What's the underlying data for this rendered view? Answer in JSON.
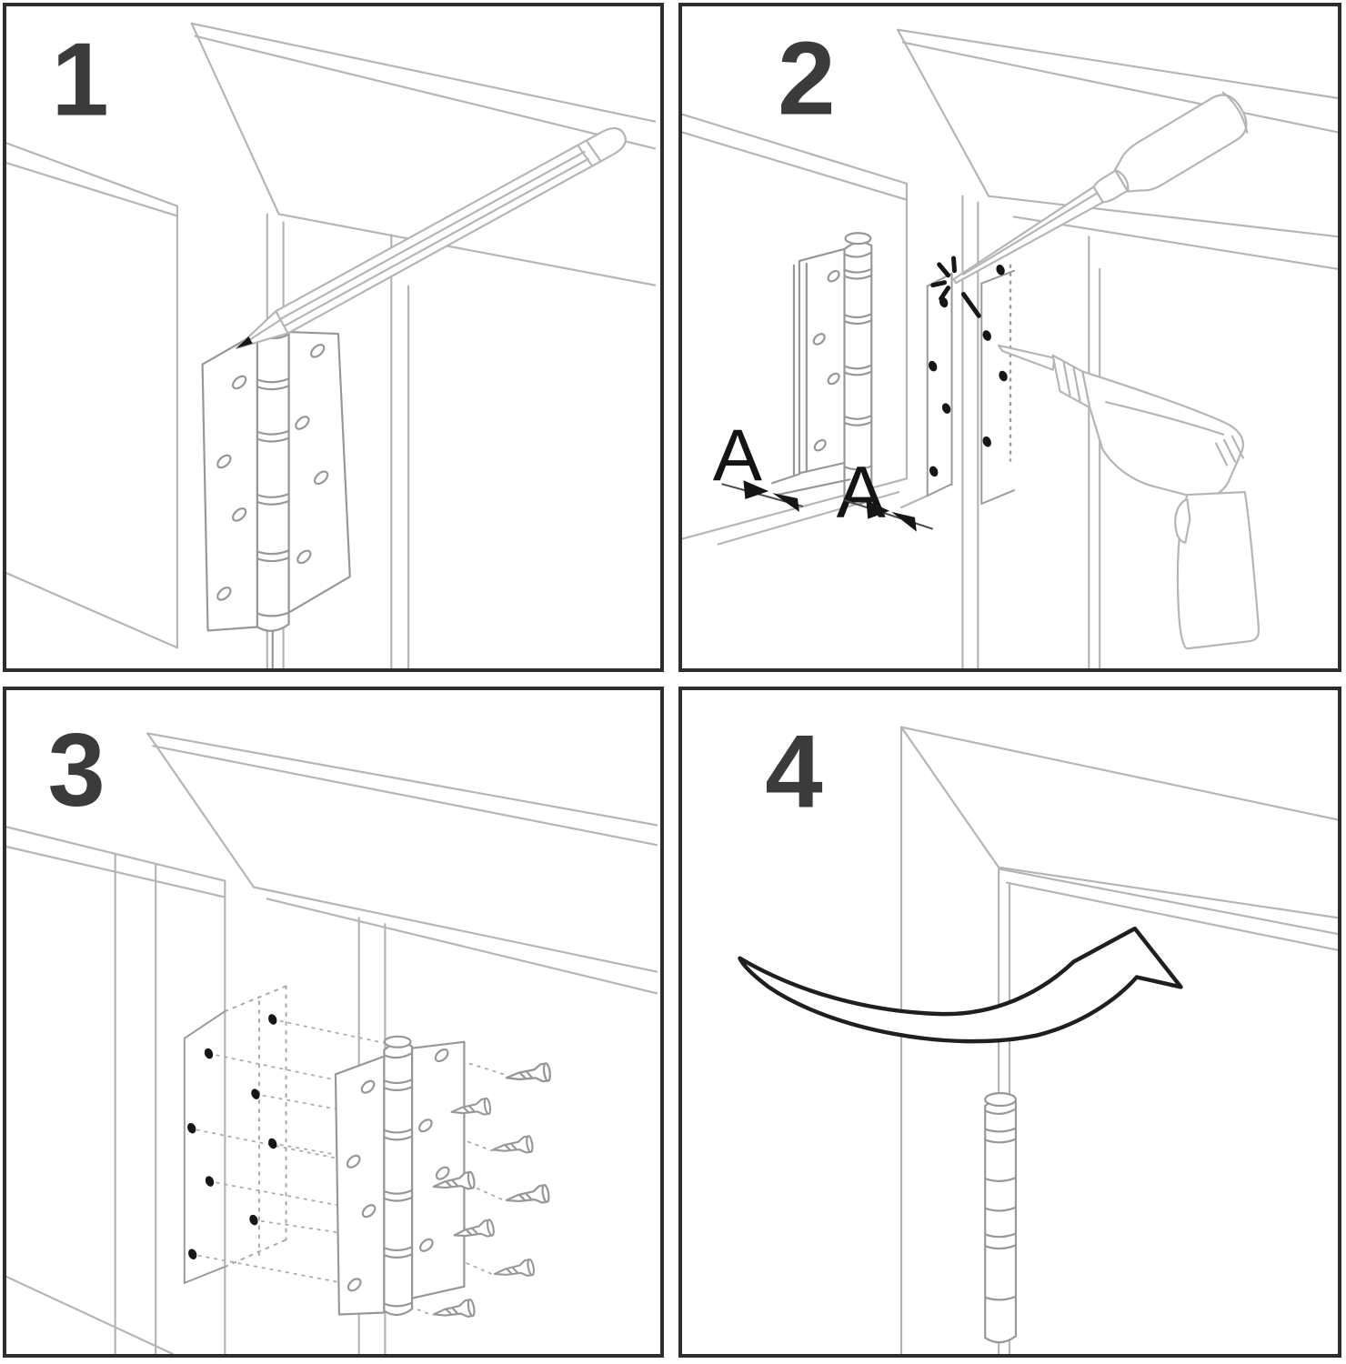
{
  "figure": {
    "type": "instruction-diagram",
    "subject": "door-hinge-installation-steps",
    "background_color": "#ffffff",
    "panel_border_color": "#2e2e2e",
    "line_color": "#b5b5b5",
    "accent_color": "#161616",
    "step_number_color": "#3b3b3b"
  },
  "panels": [
    {
      "number": "1",
      "illustrations": [
        "door-frame",
        "open-butt-hinge",
        "pencil-marking-outline"
      ]
    },
    {
      "number": "2",
      "annotations": {
        "dim_left": "A",
        "dim_right": "A"
      },
      "illustrations": [
        "door-frame",
        "folded-hinge",
        "marked-pilot-holes",
        "bradawl-punch",
        "power-drill"
      ]
    },
    {
      "number": "3",
      "illustrations": [
        "door-frame",
        "pilot-holes",
        "open-butt-hinge",
        "eight-screws",
        "dashed-alignment-lines"
      ]
    },
    {
      "number": "4",
      "illustrations": [
        "door-frame",
        "hinge-barrel",
        "door-swing-arrow"
      ]
    }
  ]
}
